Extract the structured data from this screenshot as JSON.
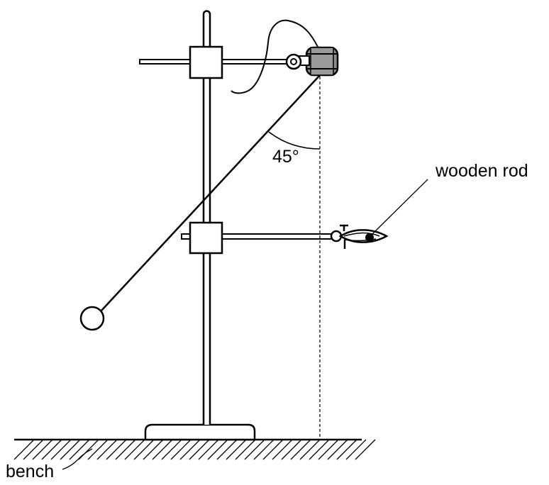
{
  "labels": {
    "angle": "45°",
    "rod": "wooden rod",
    "bench": "bench"
  },
  "colors": {
    "ink": "#000000",
    "background": "#ffffff",
    "pulley_fill": "#8c8c8c"
  }
}
